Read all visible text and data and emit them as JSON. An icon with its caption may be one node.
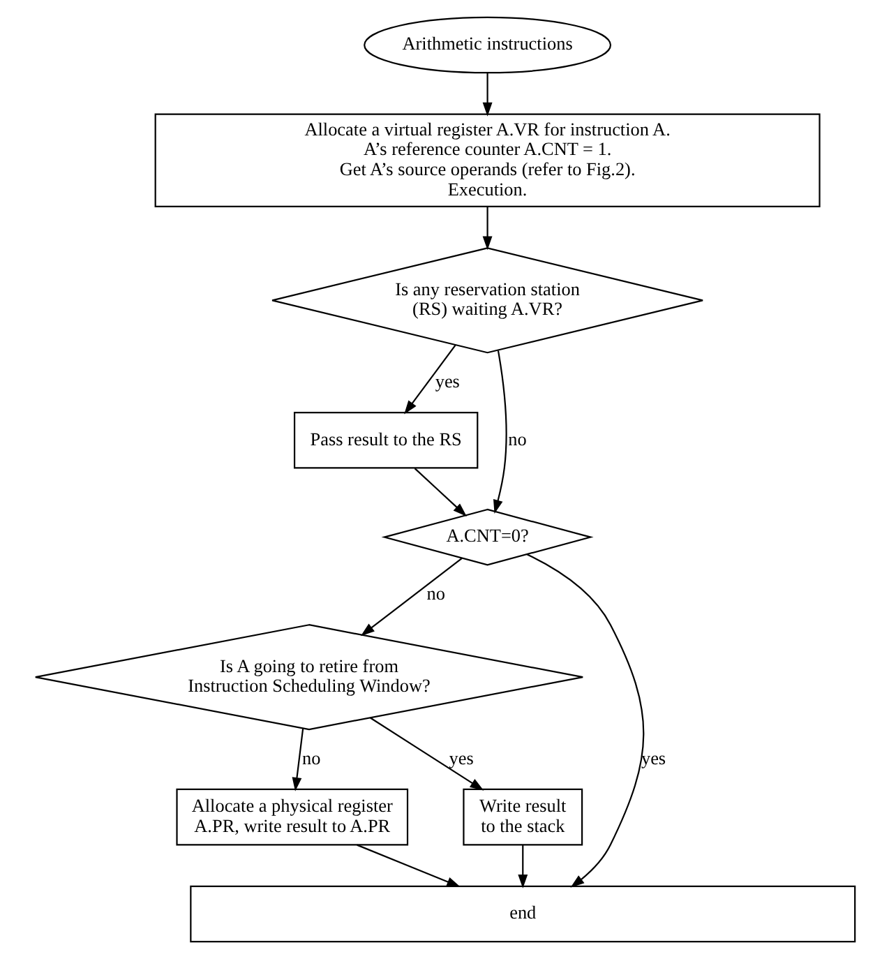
{
  "diagram": {
    "nodes": [
      {
        "text": [
          "Arithmetic instructions"
        ]
      },
      {
        "text": [
          "Allocate a virtual register A.VR for instruction A.",
          "A’s reference counter A.CNT = 1.",
          "Get A’s source operands (refer to Fig.2).",
          "Execution."
        ]
      },
      {
        "text": [
          "Is any reservation station (RS) waiting A.VR?"
        ]
      },
      {
        "text": [
          "Pass result to the RS"
        ]
      },
      {
        "text": [
          "A.CNT=0?"
        ]
      },
      {
        "text": [
          "Is A going to retire from Instruction Scheduling Window?"
        ]
      },
      {
        "text": [
          "Allocate a physical register A.PR, write result to A.PR"
        ]
      },
      {
        "text": [
          "Write result to the stack"
        ]
      },
      {
        "text": [
          "end"
        ]
      }
    ],
    "edges": [
      {
        "from": 0,
        "to": 1,
        "arrow": "to"
      },
      {
        "from": 1,
        "to": 2,
        "arrow": "to"
      },
      {
        "from": 2,
        "to": 3,
        "arrow": "to",
        "label": "yes"
      },
      {
        "from": 2,
        "to": 4,
        "arrow": "to",
        "label": "no"
      },
      {
        "from": 3,
        "to": 4,
        "arrow": "to"
      },
      {
        "from": 4,
        "to": 8,
        "arrow": "to",
        "label": "yes"
      },
      {
        "from": 4,
        "to": 5,
        "arrow": "to",
        "label": "no"
      },
      {
        "from": 5,
        "to": 6,
        "arrow": "to",
        "label": "no"
      },
      {
        "from": 5,
        "to": 7,
        "arrow": "to",
        "label": "yes"
      },
      {
        "from": 6,
        "to": 8,
        "arrow": "to"
      },
      {
        "from": 7,
        "to": 8,
        "arrow": "to"
      }
    ]
  }
}
